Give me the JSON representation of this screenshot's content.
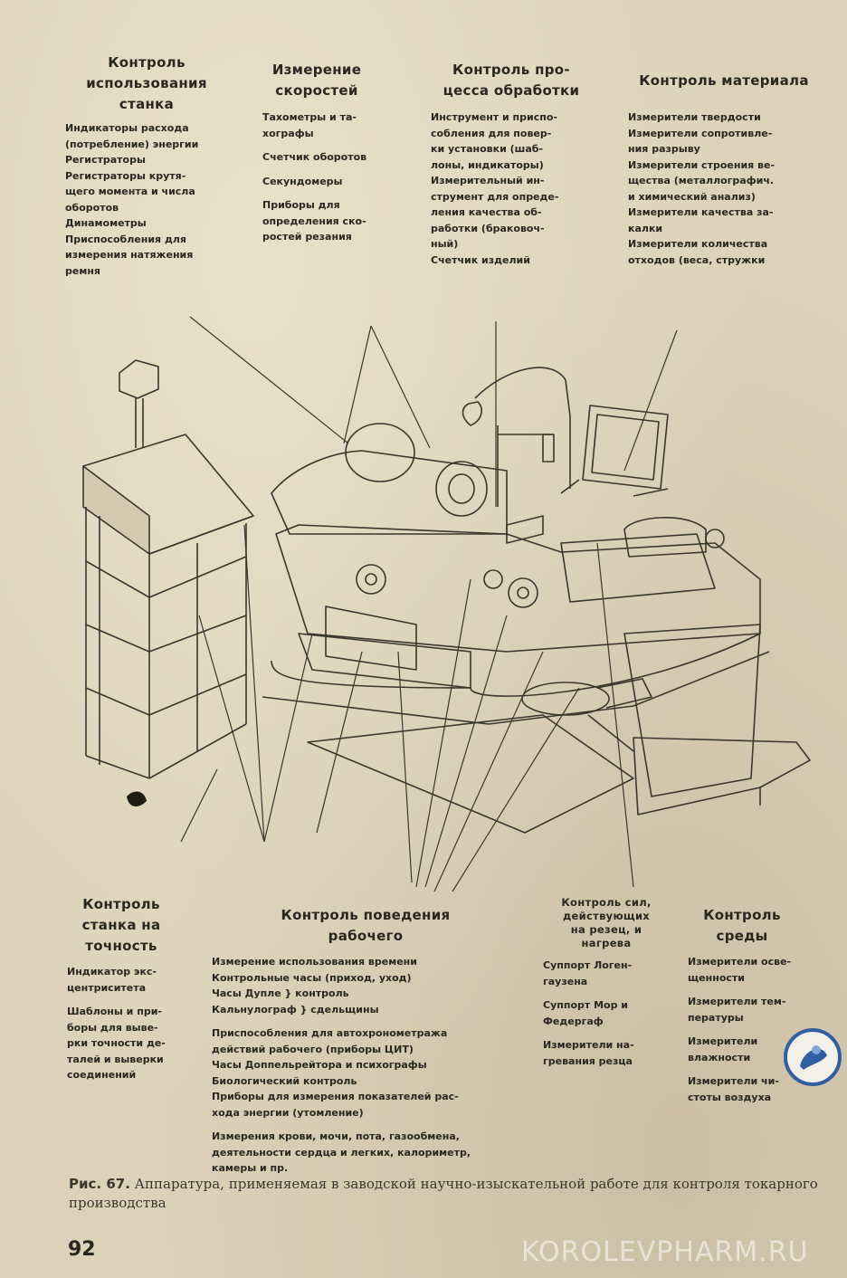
{
  "top_columns": [
    {
      "heading": "Контроль\nиспользования\nстанка",
      "items": [
        "Индикаторы расхода\n(потребление) энергии",
        "Регистраторы",
        "Регистраторы крутя-\nщего момента и числа\nоборотов",
        "Динамометры",
        "Приспособления для\nизмерения натяжения\nремня"
      ]
    },
    {
      "heading": "Измерение\nскоростей",
      "items": [
        "Тахометры и та-\nхографы",
        "Счетчик оборотов",
        "Секундомеры",
        "Приборы для\nопределения ско-\nростей резания"
      ]
    },
    {
      "heading": "Контроль про-\nцесса обработки",
      "items": [
        "Инструмент и приспо-\nсобления для повер-\nки установки (шаб-\nлоны, индикаторы)",
        "Измерительный ин-\nструмент для опреде-\nления качества об-\nработки (браковоч-\nный)",
        "Счетчик изделий"
      ]
    },
    {
      "heading": "Контроль материала",
      "items": [
        "Измерители твердости",
        "Измерители сопротивле-\nния разрыву",
        "Измерители строения ве-\nщества (металлографич.\nи химический анализ)",
        "Измерители качества за-\nкалки",
        "Измерители количества\nотходов (веса, стружки"
      ]
    }
  ],
  "bottom_columns": [
    {
      "heading": "Контроль\nстанка на\nточность",
      "items": [
        "Индикатор экс-\nцентриситета",
        "Шаблоны и при-\nборы для выве-\nрки точности де-\nталей и выверки\nсоединений"
      ]
    },
    {
      "heading": "Контроль поведения\nрабочего",
      "items": [
        "Измерение использования времени\nКонтрольные часы (приход, уход)\nЧасы Дупле      }   контроль\nКальнулограф   }   сдельщины",
        "Приспособления для автохронометража\nдействий рабочего (приборы ЦИТ)\nЧасы Доппельрейтора и психографы\nБиологический контроль\nПриборы для измерения показателей рас-\nхода энергии (утомление)",
        "Измерения крови, мочи, пота, газообмена,\nдеятельности сердца и легких, калориметр,\nкамеры и пр."
      ]
    },
    {
      "heading": "Контроль сил,\nдействующих\nна резец, и\nнагрева",
      "items": [
        "Суппорт Логен-\nгаузена",
        "Суппорт Мор и\nФедергаф",
        "Измерители на-\nгревания резца"
      ]
    },
    {
      "heading": "Контроль\nсреды",
      "items": [
        "Измерители осве-\nщенности",
        "Измерители тем-\nпературы",
        "Измерители\nвлажности",
        "Измерители чи-\nстоты воздуха"
      ]
    }
  ],
  "caption": {
    "label": "Рис. 67.",
    "text": "Аппаратура, применяемая в заводской научно-изыскательной работе для контроля токарного производства"
  },
  "page_number": "92",
  "watermark": "KOROLEVPHARM.RU"
}
